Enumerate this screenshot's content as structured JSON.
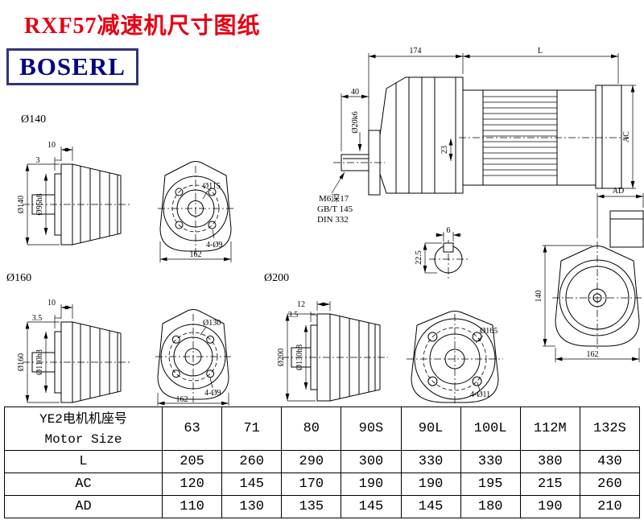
{
  "page": {
    "title": "RXF57减速机尺寸图纸",
    "logo": "BOSERL"
  },
  "drawings": {
    "f140": {
      "section": "Ø140",
      "thickness": "10",
      "step": "3",
      "outer": "Ø140",
      "spigot": "Ø95h8",
      "bolt_circle": "Ø115",
      "holes": "4-Ø9",
      "width": "162"
    },
    "f160": {
      "section": "Ø160",
      "thickness": "10",
      "step": "3.5",
      "outer": "Ø160",
      "spigot": "Ø110h8",
      "bolt_circle": "Ø130",
      "holes": "4-Ø9",
      "width": "162"
    },
    "f200": {
      "section": "Ø200",
      "thickness": "12",
      "step": "3.5",
      "outer": "Ø200",
      "spigot": "Ø130h8",
      "bolt_circle": "Ø165",
      "holes": "4-Ø11"
    },
    "main": {
      "housing_len": "174",
      "motor_len": "L",
      "shaft_len": "40",
      "shaft_dia": "Ø20k6",
      "dim23": "23",
      "tap_note": "M6深17",
      "std_note1": "GB/T 145",
      "std_note2": "DIN 332",
      "motor_dia": "AC",
      "key_width": "6",
      "key_height": "22.5"
    },
    "rear": {
      "box_dim": "AD",
      "height": "140",
      "width": "162"
    }
  },
  "table": {
    "header": {
      "label_cn": "YE2电机机座号",
      "label_en": "Motor Size",
      "sizes": [
        "63",
        "71",
        "80",
        "90S",
        "90L",
        "100L",
        "112M",
        "132S"
      ]
    },
    "rows": [
      {
        "label": "L",
        "values": [
          "205",
          "260",
          "290",
          "300",
          "330",
          "330",
          "380",
          "430"
        ]
      },
      {
        "label": "AC",
        "values": [
          "120",
          "145",
          "170",
          "190",
          "190",
          "195",
          "215",
          "260"
        ]
      },
      {
        "label": "AD",
        "values": [
          "110",
          "130",
          "135",
          "145",
          "145",
          "180",
          "190",
          "210"
        ]
      }
    ]
  }
}
